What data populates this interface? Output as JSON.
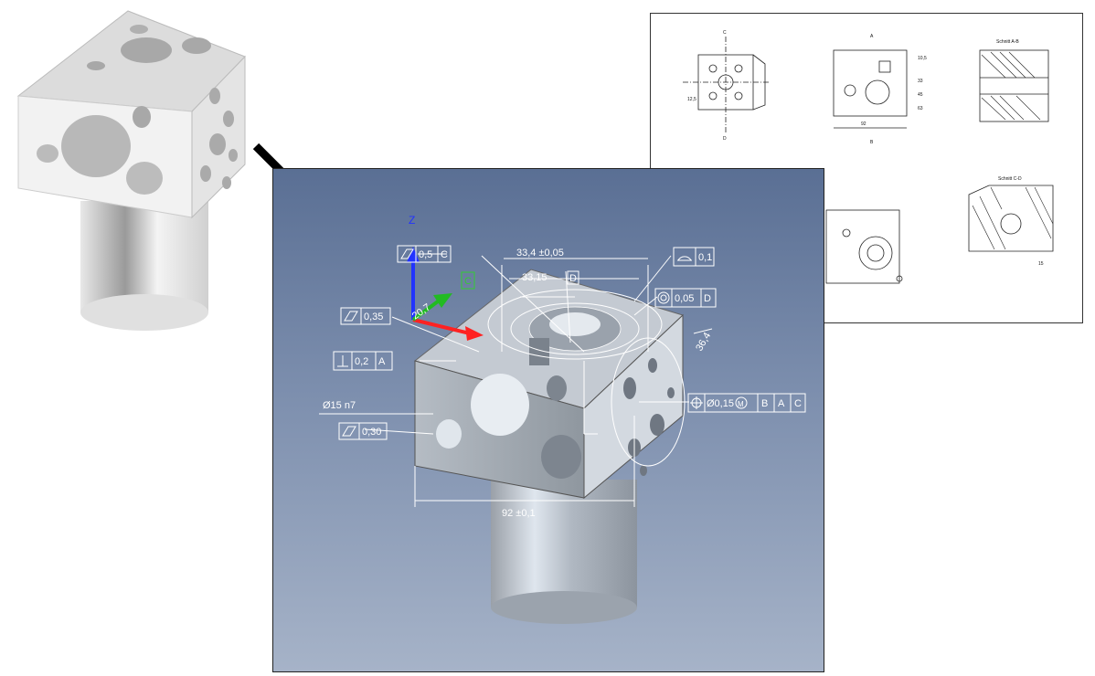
{
  "colors": {
    "viewport_top": "#5a6f94",
    "viewport_bottom": "#a6b3c8",
    "pmi_white": "#ffffff",
    "axis_z": "#2233ff",
    "axis_x": "#ff2222",
    "axis_y": "#22bb22"
  },
  "arrows": [
    "arrow-left-to-center",
    "arrow-right-to-center"
  ],
  "viewport": {
    "axis_label_z": "Z",
    "pmi": {
      "flatness_top": {
        "tol": "0,5",
        "datum": "C"
      },
      "dim_top_outer": "33,4 ±0,05",
      "dim_top_inner": "33,15",
      "datum_d": "D",
      "profile_right": {
        "tol": "0,1"
      },
      "concentricity": {
        "tol": "0,05",
        "datum": "D"
      },
      "datum_c": "C",
      "angle_small": "20,7",
      "flatness_left": {
        "tol": "0,35"
      },
      "perpendicular": {
        "tol": "0,2",
        "datum": "A"
      },
      "diameter": "Ø15 n7",
      "flatness_bottom": {
        "tol": "0,30"
      },
      "position": {
        "tol": "Ø0,15",
        "mod": "M",
        "datums": [
          "B",
          "A",
          "C"
        ]
      },
      "dim_bottom": "92 ±0,1",
      "dim_side": "36,4"
    }
  },
  "drawing": {
    "section_ab": "Schnitt A-B",
    "section_cd": "Schnitt C-D",
    "labels": [
      "C",
      "D",
      "A",
      "B",
      "10,5",
      "33",
      "45",
      "92",
      "12,5",
      "63",
      "15"
    ]
  }
}
